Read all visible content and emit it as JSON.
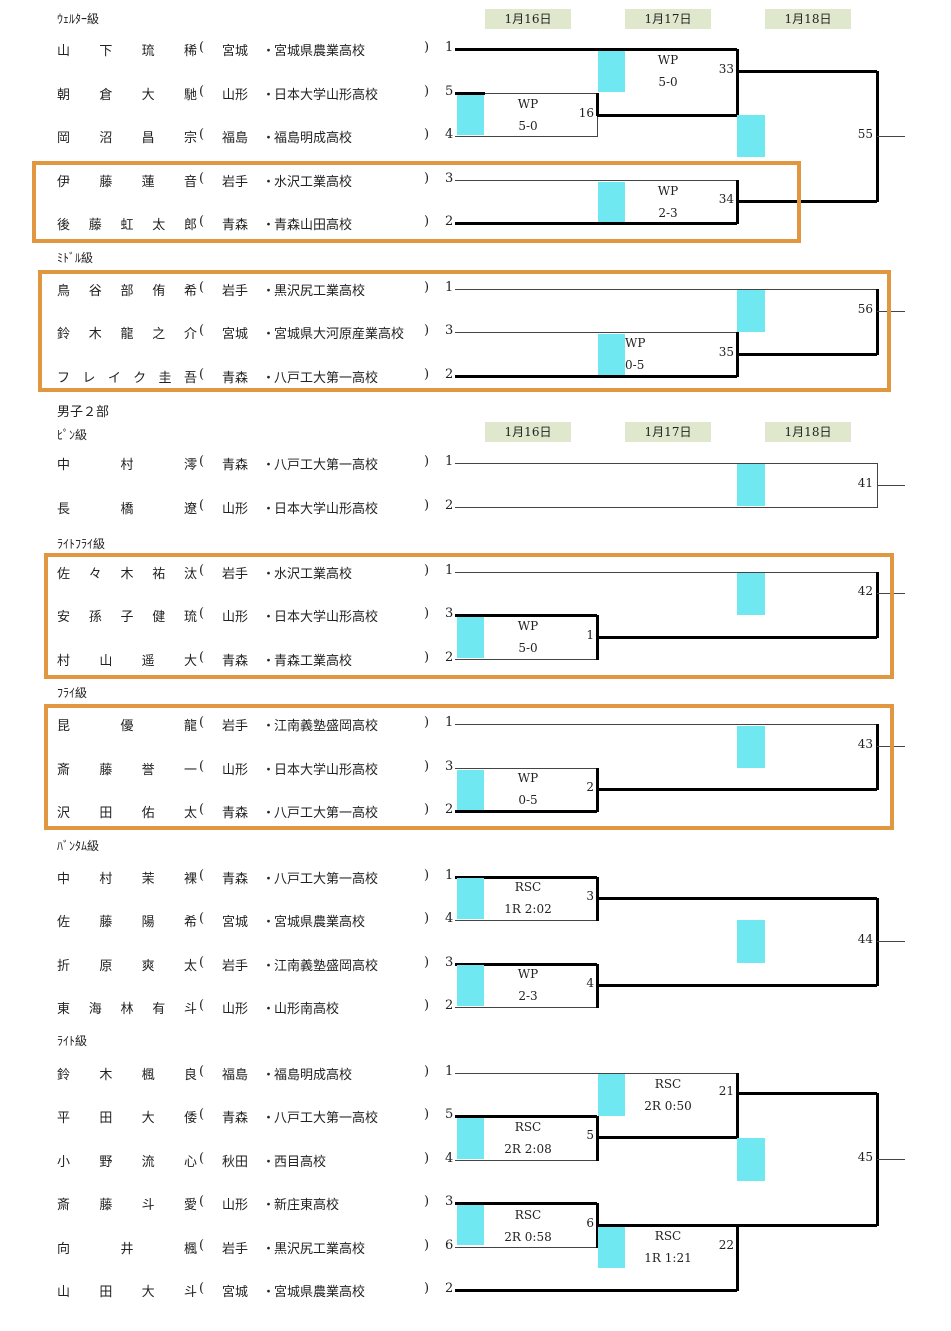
{
  "dates": [
    "1月16日",
    "1月17日",
    "1月18日"
  ],
  "headers": {
    "welter": "ｳｪﾙﾀｰ級",
    "middle": "ﾐﾄﾞﾙ級",
    "boys2": "男子２部",
    "pin": "ﾋﾟﾝ級",
    "lightfly": "ﾗｲﾄﾌﾗｲ級",
    "fly": "ﾌﾗｲ級",
    "bantam": "ﾊﾞﾝﾀﾑ級",
    "light": "ﾗｲﾄ級"
  },
  "entries": [
    {
      "name": "山下琉稀",
      "pref": "宮城",
      "school": "宮城県農業高校",
      "seed": "1"
    },
    {
      "name": "朝倉大馳",
      "pref": "山形",
      "school": "日本大学山形高校",
      "seed": "5"
    },
    {
      "name": "岡沼昌宗",
      "pref": "福島",
      "school": "福島明成高校",
      "seed": "4"
    },
    {
      "name": "伊藤蓮音",
      "pref": "岩手",
      "school": "水沢工業高校",
      "seed": "3"
    },
    {
      "name": "後藤虹太郎",
      "pref": "青森",
      "school": "青森山田高校",
      "seed": "2"
    },
    {
      "name": "鳥谷部侑希",
      "pref": "岩手",
      "school": "黒沢尻工業高校",
      "seed": "1"
    },
    {
      "name": "鈴木龍之介",
      "pref": "宮城",
      "school": "宮城県大河原産業高校",
      "seed": "3"
    },
    {
      "name": "フレイク圭吾",
      "pref": "青森",
      "school": "八戸工大第一高校",
      "seed": "2"
    },
    {
      "name": "中村澪",
      "pref": "青森",
      "school": "八戸工大第一高校",
      "seed": "1"
    },
    {
      "name": "長橋遼",
      "pref": "山形",
      "school": "日本大学山形高校",
      "seed": "2"
    },
    {
      "name": "佐々木祐汰",
      "pref": "岩手",
      "school": "水沢工業高校",
      "seed": "1"
    },
    {
      "name": "安孫子健琉",
      "pref": "山形",
      "school": "日本大学山形高校",
      "seed": "3"
    },
    {
      "name": "村山遥大",
      "pref": "青森",
      "school": "青森工業高校",
      "seed": "2"
    },
    {
      "name": "昆優龍",
      "pref": "岩手",
      "school": "江南義塾盛岡高校",
      "seed": "1"
    },
    {
      "name": "斎藤誉一",
      "pref": "山形",
      "school": "日本大学山形高校",
      "seed": "3"
    },
    {
      "name": "沢田佑太",
      "pref": "青森",
      "school": "八戸工大第一高校",
      "seed": "2"
    },
    {
      "name": "中村茉裸",
      "pref": "青森",
      "school": "八戸工大第一高校",
      "seed": "1"
    },
    {
      "name": "佐藤陽希",
      "pref": "宮城",
      "school": "宮城県農業高校",
      "seed": "4"
    },
    {
      "name": "折原爽太",
      "pref": "岩手",
      "school": "江南義塾盛岡高校",
      "seed": "3"
    },
    {
      "name": "東海林有斗",
      "pref": "山形",
      "school": "山形南高校",
      "seed": "2"
    },
    {
      "name": "鈴木楓良",
      "pref": "福島",
      "school": "福島明成高校",
      "seed": "1"
    },
    {
      "name": "平田大倭",
      "pref": "青森",
      "school": "八戸工大第一高校",
      "seed": "5"
    },
    {
      "name": "小野流心",
      "pref": "秋田",
      "school": "西目高校",
      "seed": "4"
    },
    {
      "name": "斎藤斗愛",
      "pref": "山形",
      "school": "新庄東高校",
      "seed": "3"
    },
    {
      "name": "向井楓",
      "pref": "岩手",
      "school": "黒沢尻工業高校",
      "seed": "6"
    },
    {
      "name": "山田大斗",
      "pref": "宮城",
      "school": "宮城県農業高校",
      "seed": "2"
    }
  ],
  "results": [
    {
      "method": "WP",
      "score": "5-0"
    },
    {
      "method": "WP",
      "score": "5-0"
    },
    {
      "method": "WP",
      "score": "2-3"
    },
    {
      "method": "WP",
      "score": "0-5"
    },
    {
      "method": "WP",
      "score": "5-0"
    },
    {
      "method": "WP",
      "score": "0-5"
    },
    {
      "method": "RSC",
      "score": "1R 2:02"
    },
    {
      "method": "WP",
      "score": "2-3"
    },
    {
      "method": "RSC",
      "score": "2R 0:50"
    },
    {
      "method": "RSC",
      "score": "2R 2:08"
    },
    {
      "method": "RSC",
      "score": "2R 0:58"
    },
    {
      "method": "RSC",
      "score": "1R 1:21"
    }
  ],
  "bout_numbers": [
    "33",
    "16",
    "34",
    "55",
    "56",
    "35",
    "41",
    "42",
    "1",
    "43",
    "2",
    "3",
    "44",
    "4",
    "21",
    "5",
    "45",
    "6",
    "22"
  ]
}
